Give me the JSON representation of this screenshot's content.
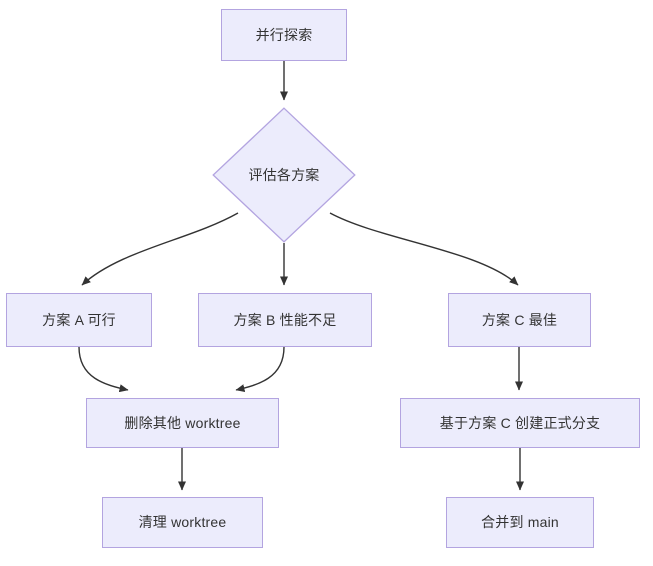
{
  "diagram": {
    "type": "flowchart",
    "direction": "top-down",
    "background_color": "#FFFFFF",
    "node_fill_color": "#ECECFC",
    "node_border_color": "#B3A4E0",
    "edge_color": "#333333",
    "text_color": "#333333",
    "nodes": [
      {
        "id": "start",
        "shape": "rectangle",
        "label": "并行探索"
      },
      {
        "id": "decision",
        "shape": "diamond",
        "label": "评估各方案"
      },
      {
        "id": "option_a",
        "shape": "rectangle",
        "label": "方案 A 可行"
      },
      {
        "id": "option_b",
        "shape": "rectangle",
        "label": "方案 B 性能不足"
      },
      {
        "id": "option_c",
        "shape": "rectangle",
        "label": "方案 C 最佳"
      },
      {
        "id": "remove_trees",
        "shape": "rectangle",
        "label": "删除其他 worktree"
      },
      {
        "id": "create_branch",
        "shape": "rectangle",
        "label": "基于方案 C 创建正式分支"
      },
      {
        "id": "cleanup",
        "shape": "rectangle",
        "label": "清理 worktree"
      },
      {
        "id": "merge_main",
        "shape": "rectangle",
        "label": "合并到 main"
      }
    ],
    "edges": [
      {
        "from": "start",
        "to": "decision",
        "label": ""
      },
      {
        "from": "decision",
        "to": "option_a",
        "label": ""
      },
      {
        "from": "decision",
        "to": "option_b",
        "label": ""
      },
      {
        "from": "decision",
        "to": "option_c",
        "label": ""
      },
      {
        "from": "option_a",
        "to": "remove_trees",
        "label": ""
      },
      {
        "from": "option_b",
        "to": "remove_trees",
        "label": ""
      },
      {
        "from": "option_c",
        "to": "create_branch",
        "label": ""
      },
      {
        "from": "remove_trees",
        "to": "cleanup",
        "label": ""
      },
      {
        "from": "create_branch",
        "to": "merge_main",
        "label": ""
      }
    ]
  }
}
